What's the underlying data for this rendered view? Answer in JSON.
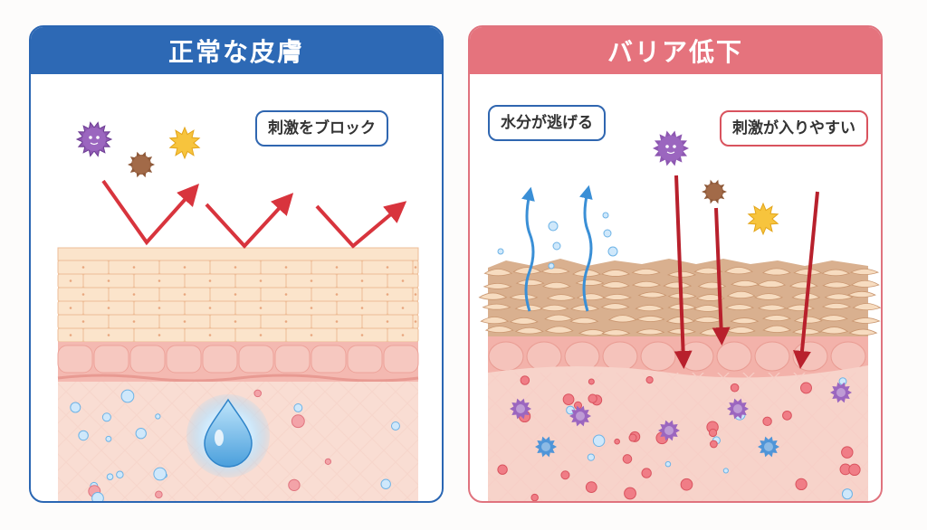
{
  "left_panel": {
    "title": "正常な皮膚",
    "callout": "刺激をブロック",
    "accent": "#2d69b5"
  },
  "right_panel": {
    "title": "バリア低下",
    "callout_water": "水分が逃げる",
    "callout_irritant": "刺激が入りやすい",
    "accent": "#e5737d"
  },
  "icons": [
    "germ-icon",
    "allergen-icon",
    "water-drop-icon",
    "bacteria-icon",
    "arrow-icon"
  ]
}
